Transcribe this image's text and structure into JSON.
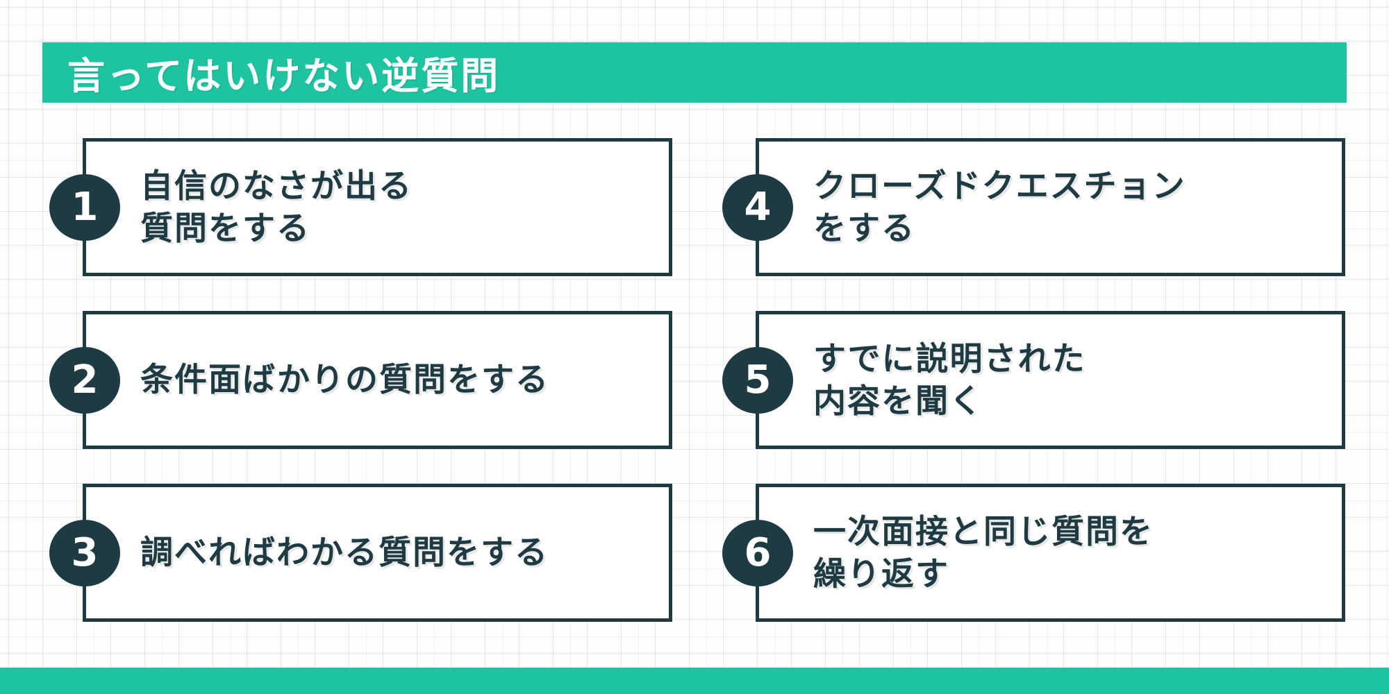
{
  "colors": {
    "accent_green": "#1ec3a0",
    "dark": "#1e3a42",
    "paper_grid": "#e4e4ea"
  },
  "header": {
    "title": "言ってはいけない逆質問"
  },
  "items": [
    {
      "number": "1",
      "lines": [
        "自信のなさが出る",
        "質問をする"
      ]
    },
    {
      "number": "2",
      "lines": [
        "条件面ばかりの質問をする"
      ]
    },
    {
      "number": "3",
      "lines": [
        "調べればわかる質問をする"
      ]
    },
    {
      "number": "4",
      "lines": [
        "クローズドクエスチョン",
        "をする"
      ]
    },
    {
      "number": "5",
      "lines": [
        "すでに説明された",
        "内容を聞く"
      ]
    },
    {
      "number": "6",
      "lines": [
        "一次面接と同じ質問を",
        "繰り返す"
      ]
    }
  ]
}
